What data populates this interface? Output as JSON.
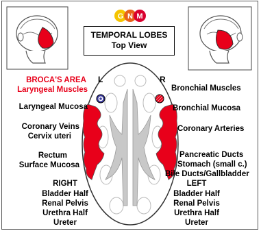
{
  "logo": {
    "letters": [
      "G",
      "N",
      "M"
    ],
    "colors": [
      "#f5c400",
      "#e8621a",
      "#d9002e"
    ]
  },
  "title": {
    "line1": "TEMPORAL LOBES",
    "line2": "Top View"
  },
  "side_left": "L",
  "side_right": "R",
  "left_labels": {
    "broca_1": "BROCA'S AREA",
    "broca_2": "Laryngeal Muscles",
    "laryngeal_mucosa": "Laryngeal Mucosa",
    "coronary_veins": "Coronary Veins",
    "cervix": "Cervix uteri",
    "rectum": "Rectum",
    "surface_mucosa": "Surface Mucosa",
    "right": "RIGHT",
    "bladder": "Bladder Half",
    "renal": "Renal Pelvis",
    "urethra": "Urethra Half",
    "ureter": "Ureter"
  },
  "right_labels": {
    "bronchial_muscles": "Bronchial Muscles",
    "bronchial_mucosa": "Bronchial Mucosa",
    "coronary_arteries": "Coronary Arteries",
    "pancreatic": "Pancreatic Ducts",
    "stomach": "Stomach (small c.)",
    "bile": "Bile Ducts/Gallbladder",
    "left": "LEFT",
    "bladder": "Bladder Half",
    "renal": "Renal Pelvis",
    "urethra": "Urethra Half",
    "ureter": "Ureter"
  },
  "colors": {
    "highlight": "#e8001a",
    "brain_gray": "#c8c8c8",
    "broca_label": "#e8001a",
    "target_blue": "#3a3aa0"
  }
}
